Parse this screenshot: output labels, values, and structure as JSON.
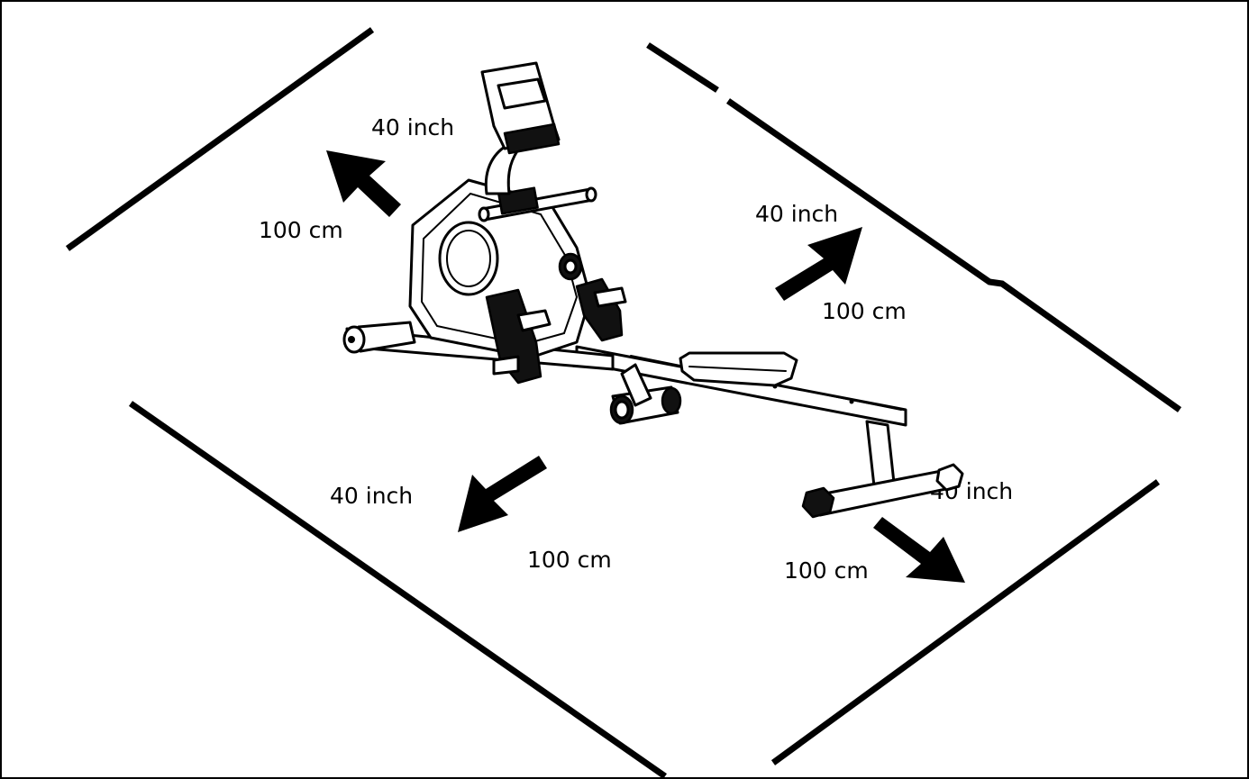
{
  "clearances": [
    {
      "id": "back-left",
      "inch": "40 inch",
      "cm": "100 cm"
    },
    {
      "id": "back-right",
      "inch": "40 inch",
      "cm": "100 cm"
    },
    {
      "id": "front-left",
      "inch": "40 inch",
      "cm": "100 cm"
    },
    {
      "id": "front-right",
      "inch": "40 inch",
      "cm": "100 cm"
    }
  ],
  "icons": {
    "machine": "rowing-machine-icon",
    "arrow": "arrow-icon"
  },
  "colors": {
    "line": "#000000",
    "background": "#ffffff",
    "border": "#000000"
  }
}
